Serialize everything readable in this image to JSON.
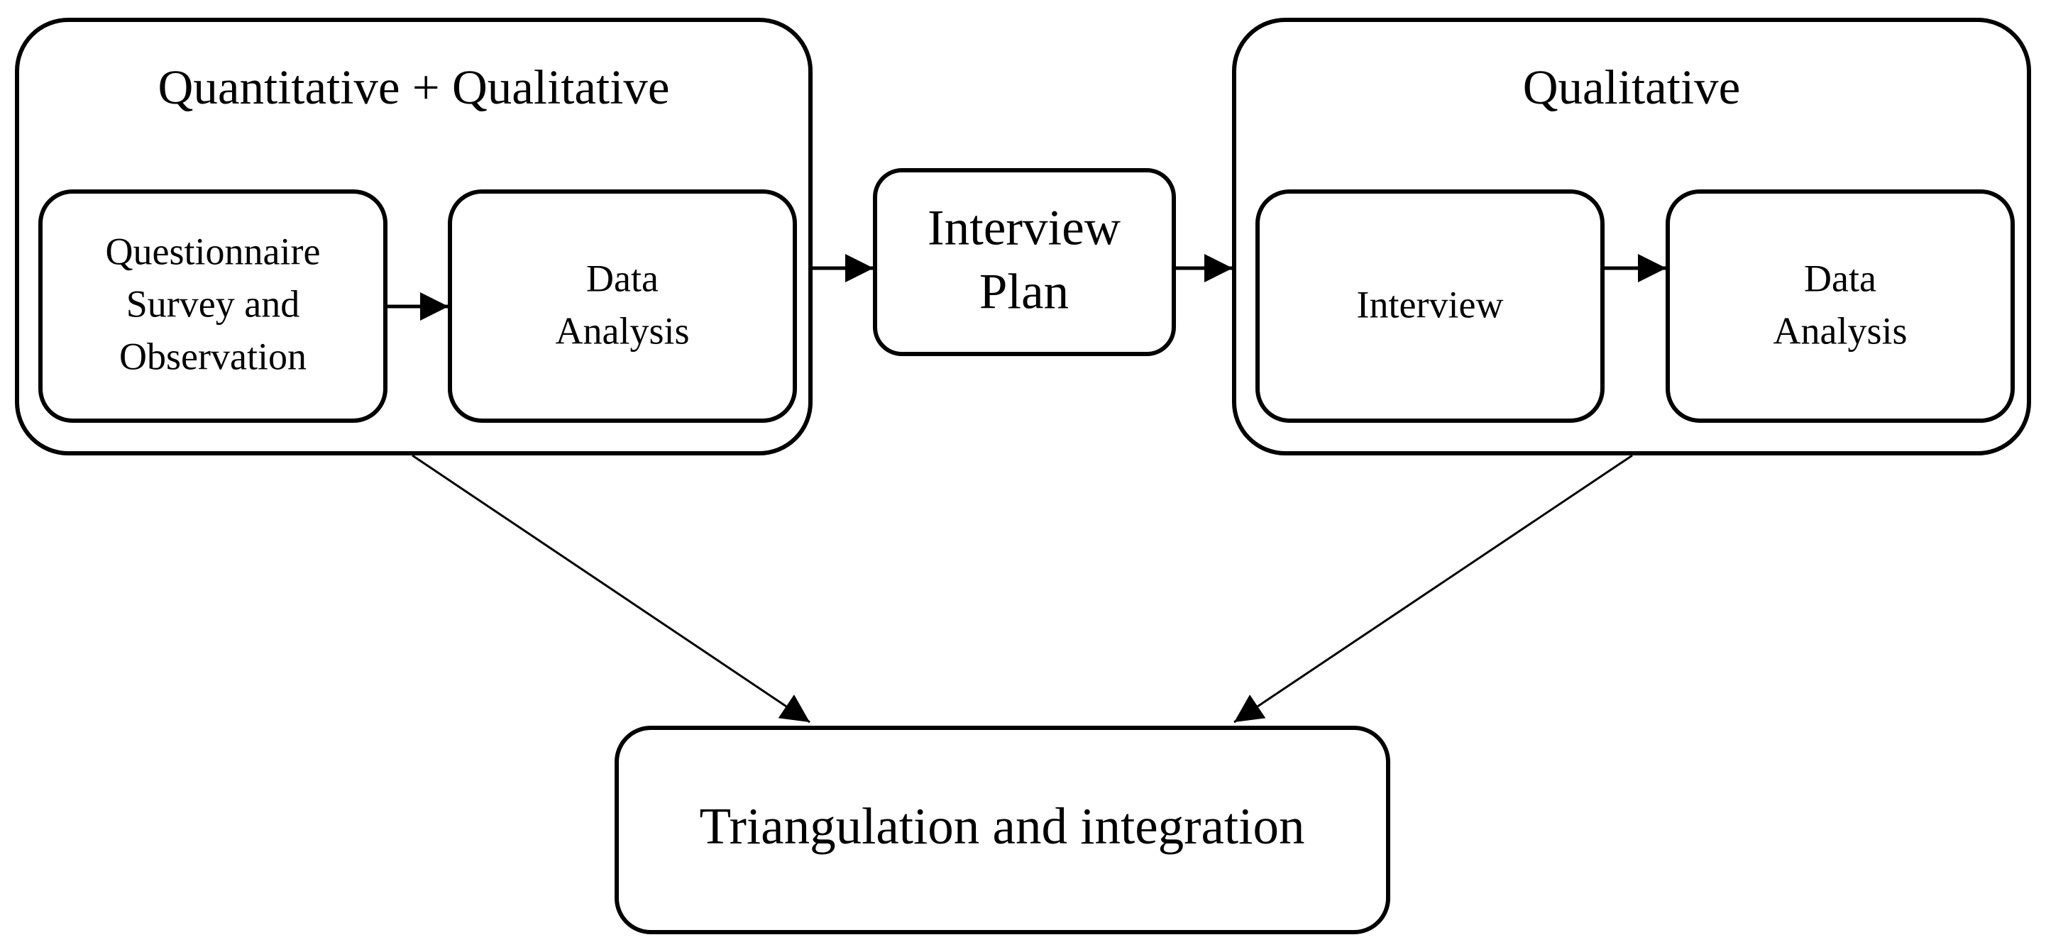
{
  "diagram": {
    "groups": {
      "left_title": "Quantitative + Qualitative",
      "right_title": "Qualitative"
    },
    "nodes": {
      "questionnaire": [
        "Questionnaire",
        "Survey and",
        "Observation"
      ],
      "data_analysis_left": [
        "Data",
        "Analysis"
      ],
      "interview_plan": [
        "Interview",
        "Plan"
      ],
      "interview": [
        "Interview"
      ],
      "data_analysis_right": [
        "Data",
        "Analysis"
      ],
      "triangulation": [
        "Triangulation and integration"
      ]
    },
    "edges": [
      {
        "from": "questionnaire",
        "to": "data_analysis_left"
      },
      {
        "from": "quant_qual_group",
        "to": "interview_plan"
      },
      {
        "from": "interview_plan",
        "to": "qual_group"
      },
      {
        "from": "interview",
        "to": "data_analysis_right"
      },
      {
        "from": "quant_qual_group",
        "to": "triangulation"
      },
      {
        "from": "qual_group",
        "to": "triangulation"
      }
    ],
    "colors": {
      "stroke": "#000000",
      "fill": "#ffffff"
    }
  }
}
